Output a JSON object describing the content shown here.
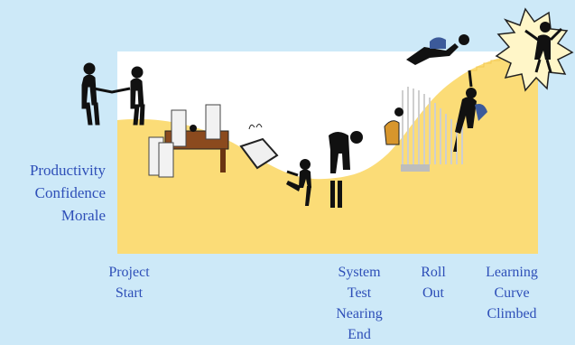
{
  "axis_labels": [
    "Productivity",
    "Confidence",
    "Morale"
  ],
  "milestones": [
    {
      "label": "Project\nStart"
    },
    {
      "label": "System\nTest\nNearing\nEnd"
    },
    {
      "label": "Roll\nOut"
    },
    {
      "label": "Learning\nCurve\nClimbed"
    }
  ],
  "colors": {
    "background": "#cde9f8",
    "panel": "#ffffff",
    "curve_fill": "#fbdc77",
    "text": "#2e4fb8",
    "figure": "#111111"
  },
  "figures": [
    "handshake-figures-icon",
    "desk-with-paper-stacks-icon",
    "kicking-computer-figure-icon",
    "sad-figure-icon",
    "barred-gate-icon",
    "climbing-figure-icon",
    "celebrating-figure-icon"
  ]
}
